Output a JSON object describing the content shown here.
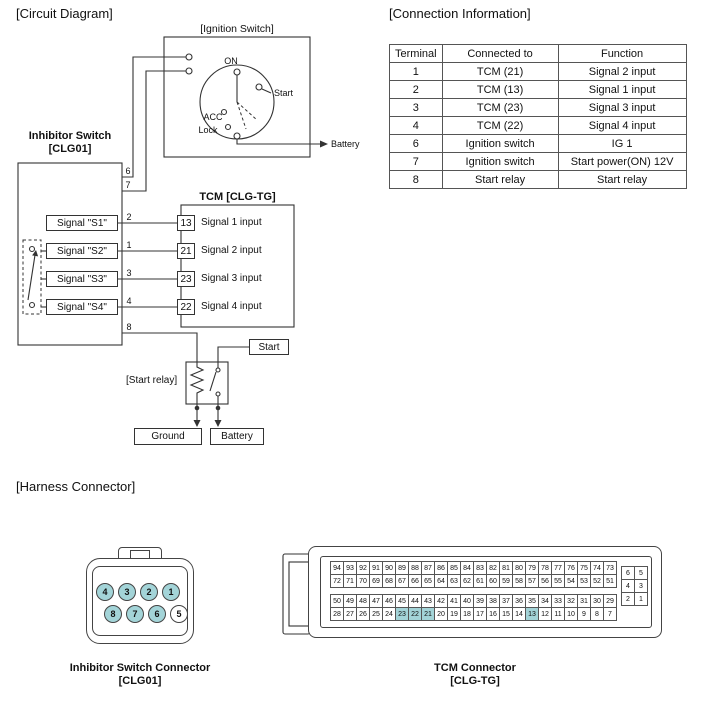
{
  "colors": {
    "highlight": "#a3d4d8"
  },
  "sections": {
    "circuit": "[Circuit Diagram]",
    "connection": "[Connection Information]",
    "harness": "[Harness Connector]"
  },
  "table": {
    "headers": [
      "Terminal",
      "Connected to",
      "Function"
    ],
    "rows": [
      [
        "1",
        "TCM (21)",
        "Signal 2 input"
      ],
      [
        "2",
        "TCM (13)",
        "Signal 1 input"
      ],
      [
        "3",
        "TCM (23)",
        "Signal 3 input"
      ],
      [
        "4",
        "TCM (22)",
        "Signal 4 input"
      ],
      [
        "6",
        "Ignition switch",
        "IG 1"
      ],
      [
        "7",
        "Ignition switch",
        "Start power(ON) 12V"
      ],
      [
        "8",
        "Start relay",
        "Start relay"
      ]
    ]
  },
  "diagram": {
    "ignition": {
      "label": "[Ignition Switch]",
      "on": "ON",
      "start": "Start",
      "acc": "ACC",
      "lock": "Lock",
      "battery": "Battery"
    },
    "inhibitor": {
      "title": "Inhibitor Switch",
      "code": "[CLG01]",
      "signals": [
        "Signal \"S1\"",
        "Signal \"S2\"",
        "Signal \"S3\"",
        "Signal \"S4\""
      ]
    },
    "tcm": {
      "title": "TCM [CLG-TG]",
      "pins": [
        "13",
        "21",
        "23",
        "22"
      ],
      "pin_labels": [
        "Signal 1 input",
        "Signal 2 input",
        "Signal 3 input",
        "Signal 4 input"
      ]
    },
    "wires": [
      "6",
      "7",
      "2",
      "1",
      "3",
      "4",
      "8"
    ],
    "relay": {
      "label": "[Start relay]",
      "start": "Start",
      "ground": "Ground",
      "battery": "Battery"
    }
  },
  "inhibitor_connector": {
    "caption": "Inhibitor Switch Connector",
    "code": "[CLG01]",
    "pin_rows": [
      [
        "4",
        "3",
        "2",
        "1"
      ],
      [
        "8",
        "7",
        "6",
        "5"
      ]
    ],
    "highlighted_pins": [
      "4",
      "3",
      "2",
      "1",
      "8",
      "7",
      "6"
    ]
  },
  "tcm_connector": {
    "caption": "TCM Connector",
    "code": "[CLG-TG]",
    "grid_rows": [
      [
        "94",
        "93",
        "92",
        "91",
        "90",
        "89",
        "88",
        "87",
        "86",
        "85",
        "84",
        "83",
        "82",
        "81",
        "80",
        "79",
        "78",
        "77",
        "76",
        "75",
        "74",
        "73"
      ],
      [
        "72",
        "71",
        "70",
        "69",
        "68",
        "67",
        "66",
        "65",
        "64",
        "63",
        "62",
        "61",
        "60",
        "59",
        "58",
        "57",
        "56",
        "55",
        "54",
        "53",
        "52",
        "51"
      ],
      [
        "50",
        "49",
        "48",
        "47",
        "46",
        "45",
        "44",
        "43",
        "42",
        "41",
        "40",
        "39",
        "38",
        "37",
        "36",
        "35",
        "34",
        "33",
        "32",
        "31",
        "30",
        "29"
      ],
      [
        "28",
        "27",
        "26",
        "25",
        "24",
        "23",
        "22",
        "21",
        "20",
        "19",
        "18",
        "17",
        "16",
        "15",
        "14",
        "13",
        "12",
        "11",
        "10",
        "9",
        "8",
        "7"
      ]
    ],
    "side_rows": [
      [
        "6",
        "5"
      ],
      [
        "4",
        "3"
      ],
      [
        "2",
        "1"
      ]
    ],
    "highlighted_pins": [
      "23",
      "22",
      "21",
      "13"
    ]
  }
}
